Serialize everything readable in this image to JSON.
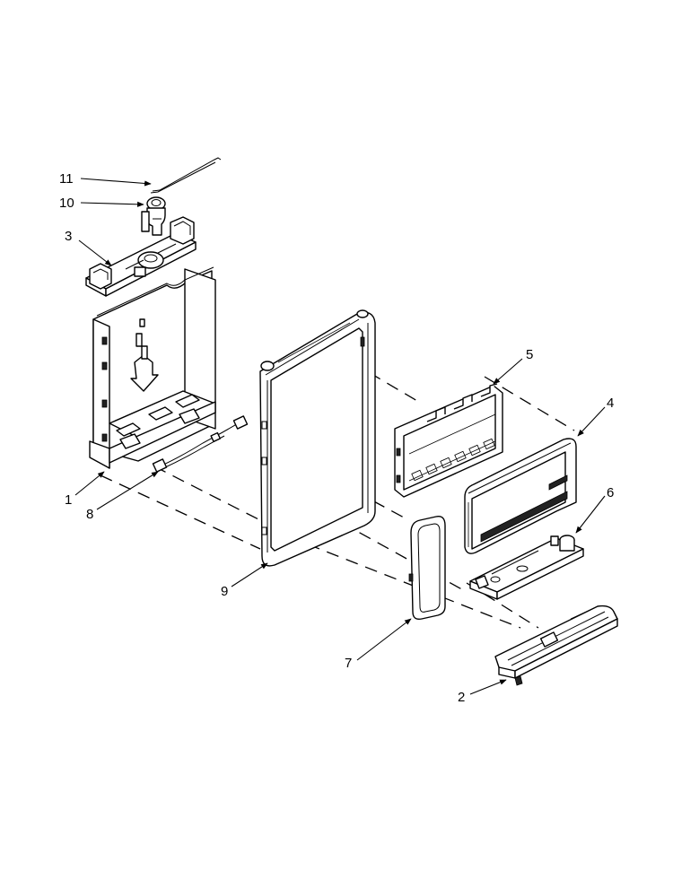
{
  "callouts": [
    {
      "id": "11",
      "label": "11"
    },
    {
      "id": "10",
      "label": "10"
    },
    {
      "id": "3",
      "label": "3"
    },
    {
      "id": "5",
      "label": "5"
    },
    {
      "id": "4",
      "label": "4"
    },
    {
      "id": "1",
      "label": "1"
    },
    {
      "id": "8",
      "label": "8"
    },
    {
      "id": "6",
      "label": "6"
    },
    {
      "id": "9",
      "label": "9"
    },
    {
      "id": "7",
      "label": "7"
    },
    {
      "id": "2",
      "label": "2"
    }
  ]
}
